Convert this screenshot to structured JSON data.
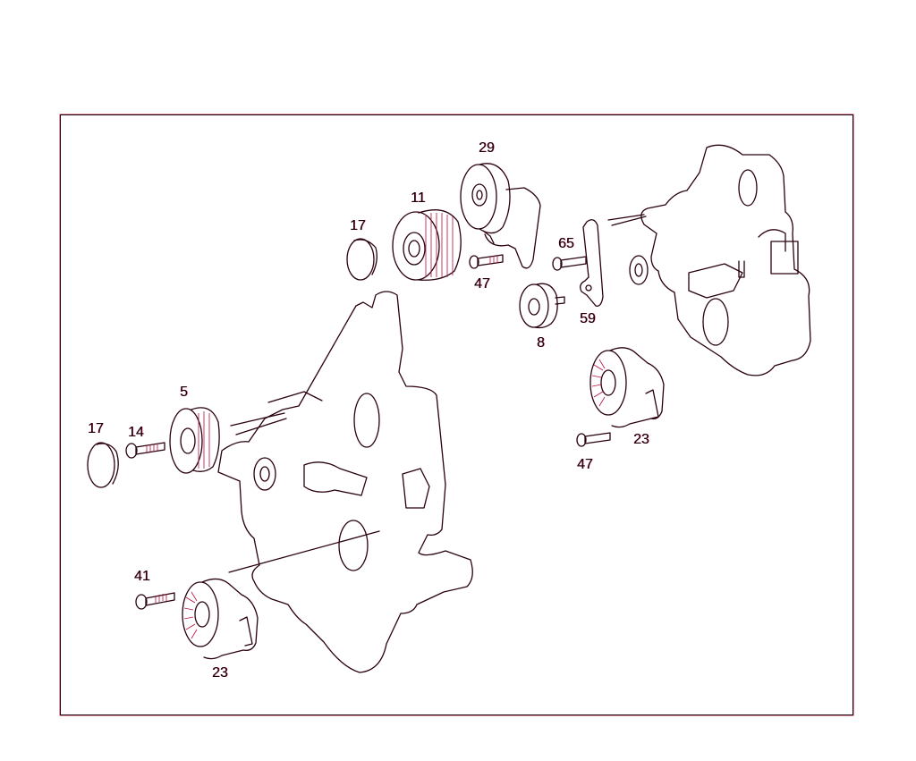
{
  "diagram": {
    "type": "exploded-parts-diagram",
    "subject": "engine front cover, water pump, belt pulleys and tensioners",
    "line_color": "#2a0010",
    "accent_color": "#c0184a",
    "background": "#ffffff"
  },
  "callouts": [
    {
      "id": "c29",
      "number": "29",
      "part": "belt tensioner with pulley (upper)"
    },
    {
      "id": "c11",
      "number": "11",
      "part": "grooved pulley"
    },
    {
      "id": "c17a",
      "number": "17",
      "part": "cap (upper)"
    },
    {
      "id": "c47a",
      "number": "47",
      "part": "bolt (upper)"
    },
    {
      "id": "c65",
      "number": "65",
      "part": "bolt"
    },
    {
      "id": "c59",
      "number": "59",
      "part": "bracket"
    },
    {
      "id": "c8",
      "number": "8",
      "part": "idler pulley"
    },
    {
      "id": "c5",
      "number": "5",
      "part": "grooved pulley (left)"
    },
    {
      "id": "c17b",
      "number": "17",
      "part": "cap (left)"
    },
    {
      "id": "c14",
      "number": "14",
      "part": "bolt"
    },
    {
      "id": "c41",
      "number": "41",
      "part": "bolt (lower)"
    },
    {
      "id": "c23a",
      "number": "23",
      "part": "belt tensioner (lower)"
    },
    {
      "id": "c23b",
      "number": "23",
      "part": "belt tensioner (right)"
    },
    {
      "id": "c47b",
      "number": "47",
      "part": "bolt (right)"
    }
  ]
}
